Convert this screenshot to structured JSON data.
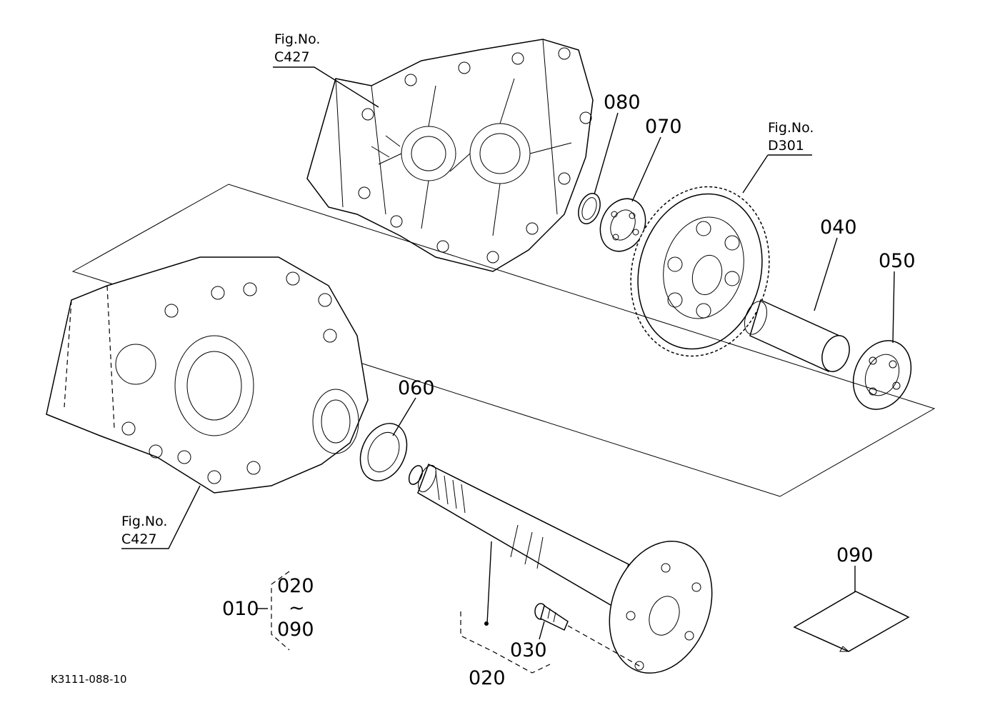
{
  "figure_refs": [
    {
      "title": "Fig.No.",
      "code": "C427"
    },
    {
      "title": "Fig.No.",
      "code": "D301"
    },
    {
      "title": "Fig.No.",
      "code": "C427"
    }
  ],
  "part_numbers": {
    "p010": "010",
    "p020": "020",
    "p030": "030",
    "p040": "040",
    "p050": "050",
    "p060": "060",
    "p070": "070",
    "p080": "080",
    "p090": "090"
  },
  "assembly_range": {
    "from": "020",
    "tilde": "~",
    "to": "090"
  },
  "drawing_code": "K3111-088-10"
}
